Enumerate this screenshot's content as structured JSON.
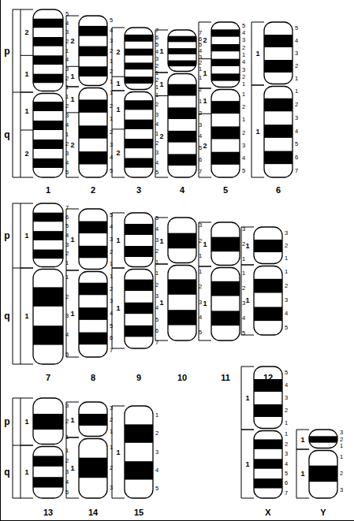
{
  "diagram": {
    "labels": [
      "p",
      "q",
      "2",
      "1",
      "5",
      "4",
      "3",
      "2",
      "1",
      "4",
      "3",
      "2",
      "1",
      "1",
      "2",
      "1",
      "2",
      "3",
      "4",
      "1",
      "2",
      "3",
      "4",
      "5",
      "1",
      "2",
      "1",
      "5",
      "4",
      "3",
      "2",
      "1",
      "2",
      "1",
      "1",
      "2",
      "1",
      "2",
      "1",
      "2",
      "3",
      "4",
      "5",
      "2",
      "2",
      "1",
      "7",
      "6",
      "5",
      "4",
      "3",
      "2",
      "1",
      "2",
      "1",
      "1",
      "2",
      "1",
      "2",
      "3",
      "4",
      "1",
      "2",
      "3",
      "4",
      "5",
      "3",
      "1",
      "7",
      "6",
      "5",
      "4",
      "3",
      "2",
      "1",
      "1",
      "2",
      "1",
      "2",
      "1",
      "2",
      "3",
      "4",
      "5",
      "6",
      "7",
      "4",
      "2",
      "1",
      "5",
      "4",
      "3",
      "2",
      "1",
      "4",
      "3",
      "2",
      "1",
      "1",
      "2",
      "1",
      "2",
      "1",
      "2",
      "3",
      "4",
      "5",
      "5",
      "1",
      "5",
      "4",
      "3",
      "2",
      "1",
      "1",
      "1",
      "2",
      "3",
      "4",
      "5",
      "6",
      "7",
      "6",
      "p",
      "q",
      "1",
      "7",
      "6",
      "5",
      "4",
      "3",
      "2",
      "1",
      "1",
      "1",
      "2",
      "3",
      "4",
      "5",
      "7",
      "1",
      "5",
      "4",
      "3",
      "2",
      "1",
      "1",
      "1",
      "2",
      "3",
      "4",
      "5",
      "6",
      "7",
      "8",
      "1",
      "5",
      "4",
      "3",
      "2",
      "1",
      "1",
      "1",
      "2",
      "3",
      "4",
      "5",
      "6",
      "7",
      "9",
      "1",
      "3",
      "2",
      "1",
      "1",
      "1",
      "2",
      "3",
      "4",
      "5",
      "10",
      "1",
      "3",
      "2",
      "1",
      "1",
      "1",
      "2",
      "3",
      "4",
      "5",
      "11",
      "1",
      "3",
      "2",
      "1",
      "1",
      "1",
      "2",
      "3",
      "4",
      "5",
      "12",
      "p",
      "q",
      "1",
      "3",
      "2",
      "1",
      "1",
      "1",
      "2",
      "3",
      "4",
      "5",
      "13",
      "1",
      "3",
      "2",
      "1",
      "1",
      "1",
      "2",
      "3",
      "14",
      "1",
      "1",
      "2",
      "3",
      "4",
      "5",
      "15",
      "1",
      "5",
      "4",
      "3",
      "2",
      "1",
      "1",
      "1",
      "2",
      "3",
      "4",
      "5",
      "6",
      "7",
      "X",
      "1",
      "3",
      "2",
      "1",
      "1",
      "1",
      "2",
      "3",
      "Y"
    ]
  }
}
